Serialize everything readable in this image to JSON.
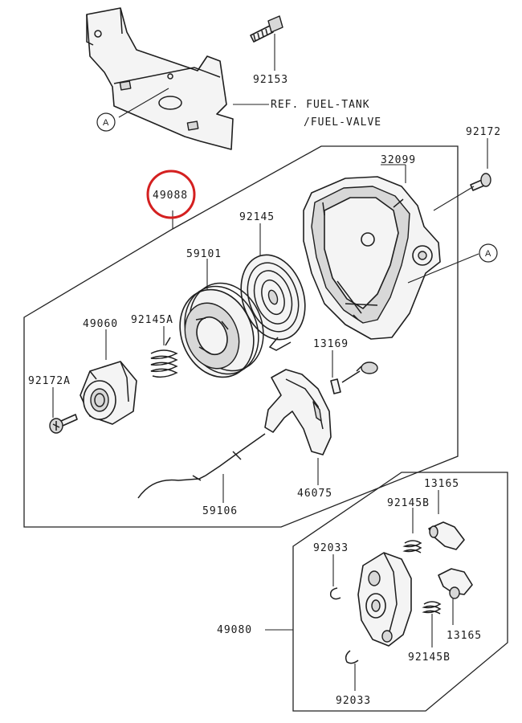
{
  "ref_text_line1": "REF. FUEL-TANK",
  "ref_text_line2": "/FUEL-VALVE",
  "ref_marker": "A",
  "highlight_color": "#d42020",
  "part_labels": {
    "p92153": "92153",
    "p92172_top": "92172",
    "p32099": "32099",
    "p49088": "49088",
    "p92145": "92145",
    "p59101": "59101",
    "p49060": "49060",
    "p92145A": "92145A",
    "p13169": "13169",
    "p92172A": "92172A",
    "p46075": "46075",
    "p59106": "59106",
    "p13165_top": "13165",
    "p92145B_top": "92145B",
    "p92033_top": "92033",
    "p49080": "49080",
    "p13165_bottom": "13165",
    "p92145B_bottom": "92145B",
    "p92033_bottom": "92033"
  }
}
